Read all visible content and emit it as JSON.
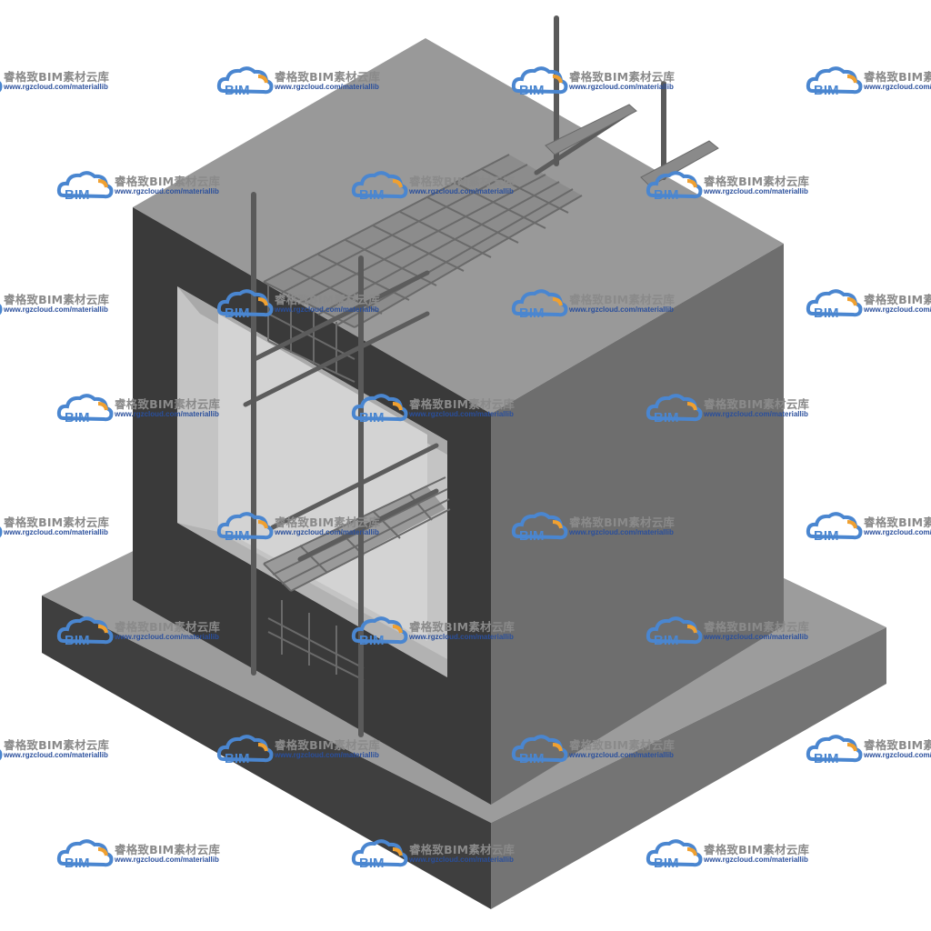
{
  "watermark": {
    "brand_cn": "睿格致BIM素材云库",
    "logo_text": "BIM",
    "url": "www.rgzcloud.com/materiallib",
    "colors": {
      "cloud_blue": "#4a86d0",
      "cloud_orange": "#f0a030",
      "text_grey": "#8a8a8a",
      "url_blue": "#2a4f9c"
    }
  },
  "scene": {
    "subject": "concrete-utility-tunnel-section-with-cable-trays-and-pipes",
    "colors": {
      "top_face": "#999999",
      "front_face": "#3a3a3a",
      "right_face": "#6e6e6e",
      "base_top": "#9c9c9c",
      "base_front": "#3f3f3f",
      "base_right": "#747474",
      "opening_inner": "#c8c8c8",
      "pipe": "#5a5a5a",
      "tray": "#707070"
    }
  }
}
